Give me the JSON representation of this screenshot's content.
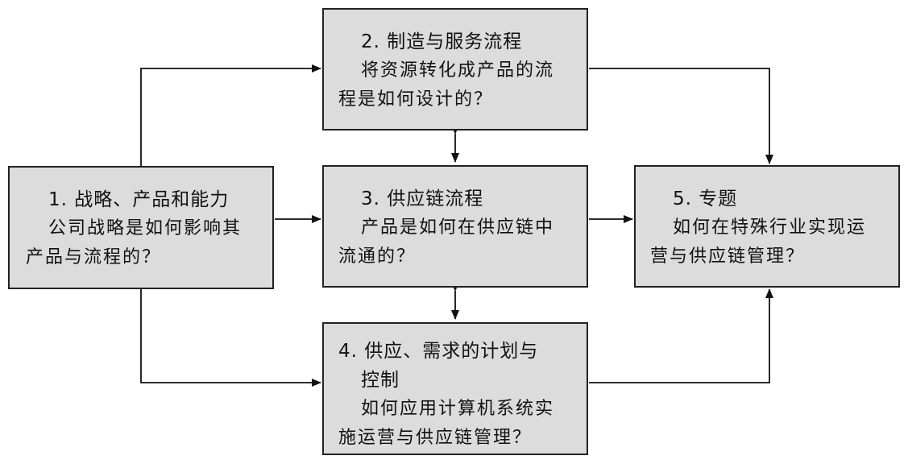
{
  "boxes": {
    "b1": {
      "title": "1. 战略、产品和能力",
      "body": "公司战略是如何影响其产品与流程的？"
    },
    "b2": {
      "title": "2. 制造与服务流程",
      "body": "将资源转化成产品的流程是如何设计的？"
    },
    "b3": {
      "title": "3. 供应链流程",
      "body": "产品是如何在供应链中流通的？"
    },
    "b4": {
      "title_line1": "4. 供应、需求的计划与",
      "title_line2": "控制",
      "body": "如何应用计算机系统实施运营与供应链管理？"
    },
    "b5": {
      "title": "5. 专题",
      "body": "如何在特殊行业实现运营与供应链管理？"
    }
  }
}
